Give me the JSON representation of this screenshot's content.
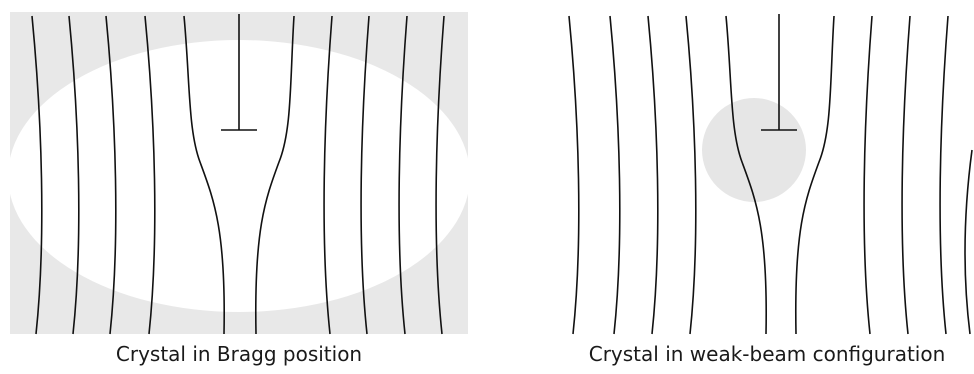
{
  "figure": {
    "panels": [
      {
        "caption": "Crystal in Bragg position",
        "symbol": "edge-dislocation"
      },
      {
        "caption": "Crystal in weak-beam configuration",
        "symbol": "edge-dislocation"
      }
    ],
    "colors": {
      "background_shading": "#e8e8e8",
      "bright_region": "#ffffff",
      "dark_spot": "#e6e6e6",
      "lattice_lines": "#111111"
    }
  }
}
